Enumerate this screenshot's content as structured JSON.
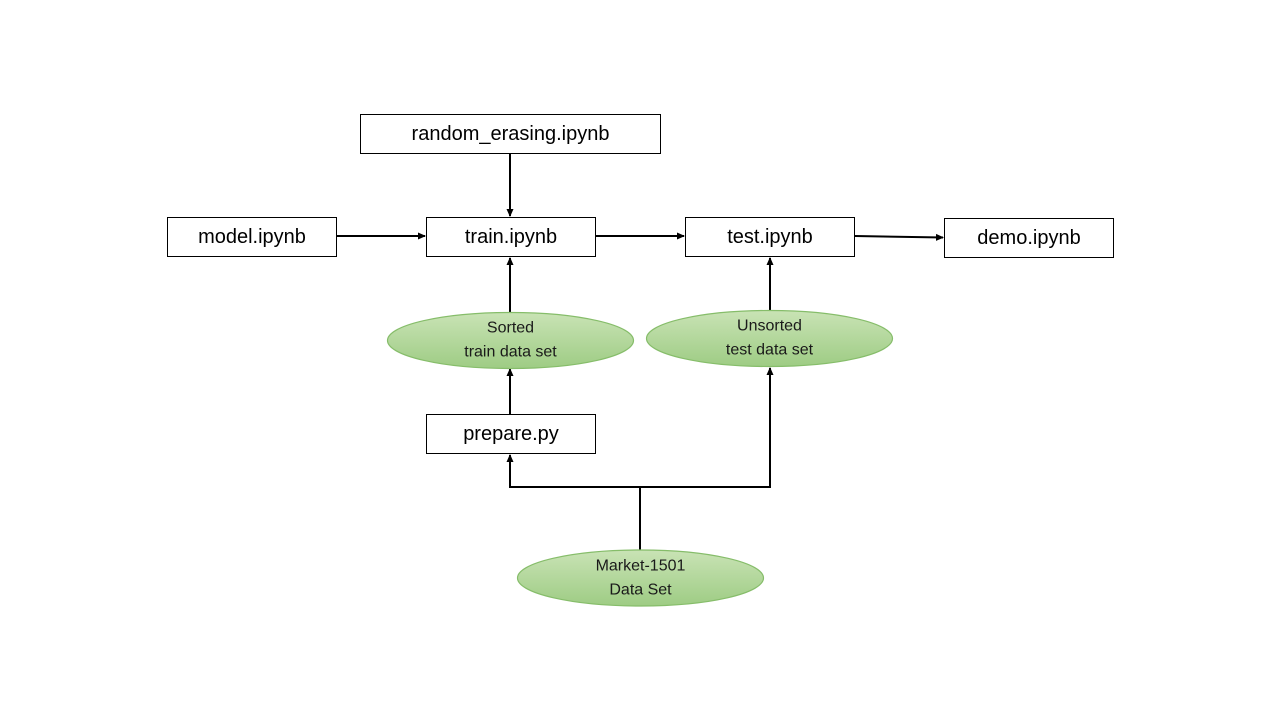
{
  "colors": {
    "box_border": "#000000",
    "box_fill": "#ffffff",
    "ellipse_fill_top": "#c9e3b5",
    "ellipse_fill_bottom": "#9ecc84",
    "ellipse_border": "#86bd6a",
    "arrow": "#000000"
  },
  "nodes": {
    "random_erasing": {
      "label": "random_erasing.ipynb"
    },
    "model": {
      "label": "model.ipynb"
    },
    "train": {
      "label": "train.ipynb"
    },
    "test": {
      "label": "test.ipynb"
    },
    "demo": {
      "label": "demo.ipynb"
    },
    "prepare": {
      "label": "prepare.py"
    },
    "sorted_train": {
      "line1": "Sorted",
      "line2": "train data set"
    },
    "unsorted_test": {
      "line1": "Unsorted",
      "line2": "test data set"
    },
    "market": {
      "line1": "Market-1501",
      "line2": "Data Set"
    }
  },
  "edges": [
    {
      "from": "random_erasing",
      "to": "train"
    },
    {
      "from": "model",
      "to": "train"
    },
    {
      "from": "train",
      "to": "test"
    },
    {
      "from": "test",
      "to": "demo"
    },
    {
      "from": "sorted_train",
      "to": "train"
    },
    {
      "from": "unsorted_test",
      "to": "test"
    },
    {
      "from": "prepare",
      "to": "sorted_train"
    },
    {
      "from": "market",
      "to": "prepare"
    },
    {
      "from": "market",
      "to": "unsorted_test"
    }
  ]
}
